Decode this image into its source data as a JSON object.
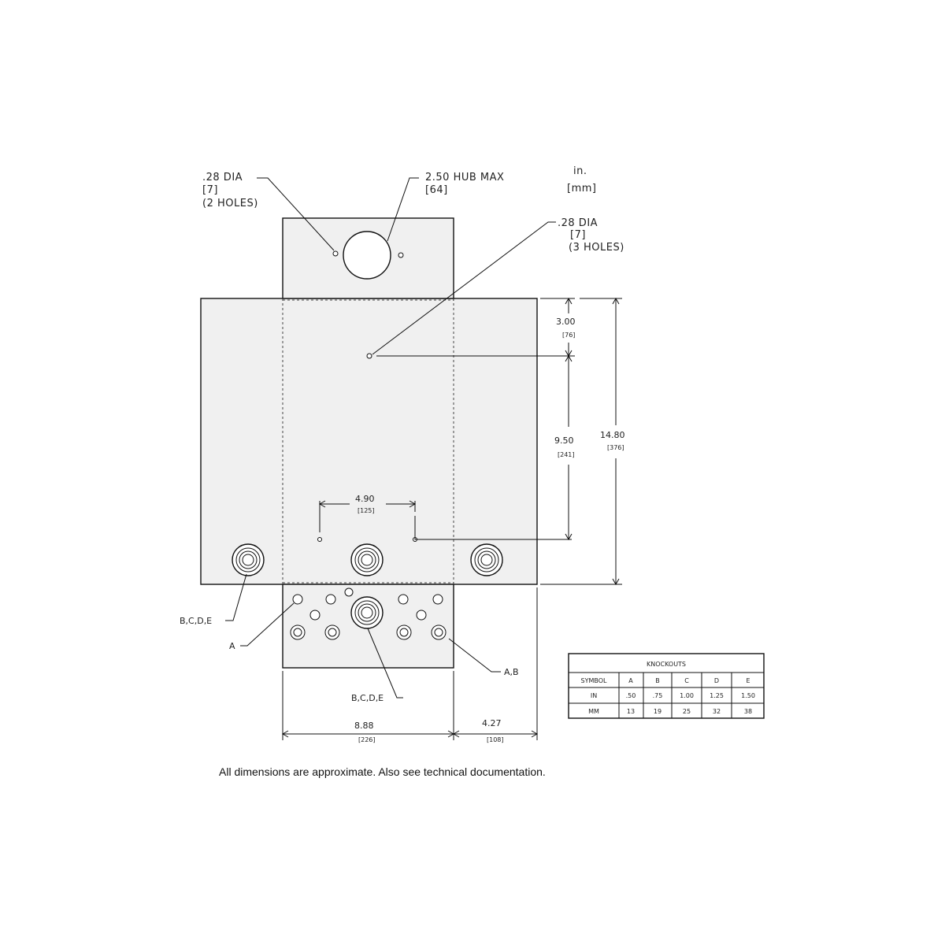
{
  "units": {
    "in": "in.",
    "mm": "[mm]"
  },
  "callouts": {
    "dia_top_left": {
      "l1": ".28  DIA",
      "l2": "[7]",
      "l3": "(2  HOLES)"
    },
    "hub": {
      "l1": "2.50  HUB  MAX",
      "l2": "[64]"
    },
    "dia_right": {
      "l1": ".28  DIA",
      "l2": "[7]",
      "l3": "(3  HOLES)"
    },
    "ko_left": "B,C,D,E",
    "ko_a": "A",
    "ko_bottom": "B,C,D,E",
    "ko_ab": "A,B"
  },
  "dimensions": {
    "d300": {
      "in": "3.00",
      "mm": "[76]"
    },
    "d950": {
      "in": "9.50",
      "mm": "[241]"
    },
    "d1480": {
      "in": "14.80",
      "mm": "[376]"
    },
    "d490": {
      "in": "4.90",
      "mm": "[125]"
    },
    "d888": {
      "in": "8.88",
      "mm": "[226]"
    },
    "d427": {
      "in": "4.27",
      "mm": "[108]"
    }
  },
  "table": {
    "title": "KNOCKOUTS",
    "header": [
      "SYMBOL",
      "A",
      "B",
      "C",
      "D",
      "E"
    ],
    "rows": [
      [
        "IN",
        ".50",
        ".75",
        "1.00",
        "1.25",
        "1.50"
      ],
      [
        "MM",
        "13",
        "19",
        "25",
        "32",
        "38"
      ]
    ]
  },
  "footnote": "All dimensions are approximate. Also see technical documentation."
}
